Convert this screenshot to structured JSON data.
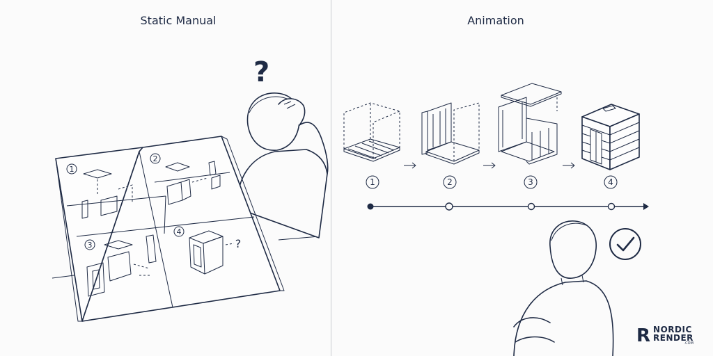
{
  "left_panel": {
    "title": "Static Manual",
    "question_mark": "?",
    "page_steps": [
      "1",
      "2",
      "3",
      "4"
    ],
    "small_question": "?"
  },
  "right_panel": {
    "title": "Animation",
    "steps": [
      "1",
      "2",
      "3",
      "4"
    ]
  },
  "logo": {
    "line1": "NORDIC",
    "line2": "RENDER",
    "suffix": ".COM"
  },
  "colors": {
    "ink": "#1e2a44",
    "background": "#fbfbfb",
    "divider": "#c9ccd2"
  }
}
